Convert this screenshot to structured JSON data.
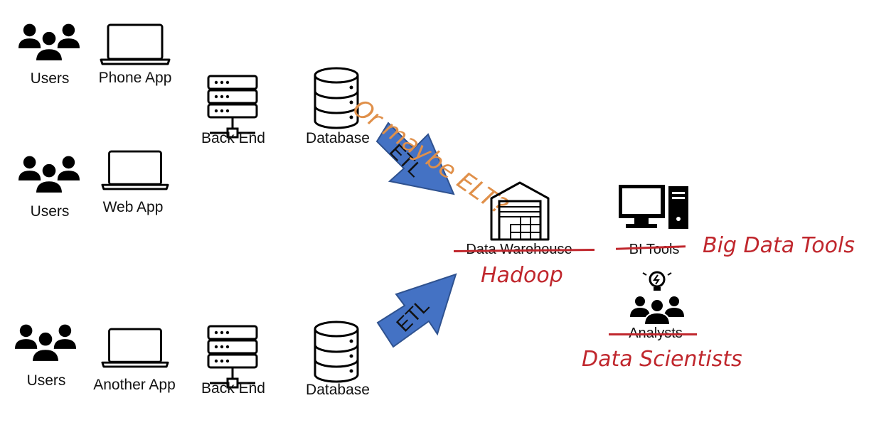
{
  "colors": {
    "ink": "#000000",
    "arrow": "#4472c4",
    "arrow_stroke": "#2f528f",
    "annotation_red": "#c0272d",
    "annotation_orange": "#e0904a"
  },
  "rows": [
    {
      "users_label": "Users",
      "app_label": "Phone App",
      "backend_label": "Back End",
      "database_label": "Database"
    },
    {
      "users_label": "Users",
      "app_label": "Web App"
    },
    {
      "users_label": "Users",
      "app_label": "Another App",
      "backend_label": "Back End",
      "database_label": "Database"
    }
  ],
  "arrows": [
    {
      "label": "ETL"
    },
    {
      "label": "ETL"
    }
  ],
  "destinations": {
    "warehouse": {
      "label": "Data Warehouse",
      "replacement": "Hadoop",
      "icon": "warehouse-icon"
    },
    "bi_tools": {
      "label": "BI Tools",
      "replacement": "Big Data Tools",
      "icon": "computer-icon"
    },
    "analysts": {
      "label": "Analysts",
      "replacement": "Data Scientists",
      "icon": "analysts-idea-icon"
    }
  },
  "annotation": {
    "text": "Or maybe ELT?"
  }
}
